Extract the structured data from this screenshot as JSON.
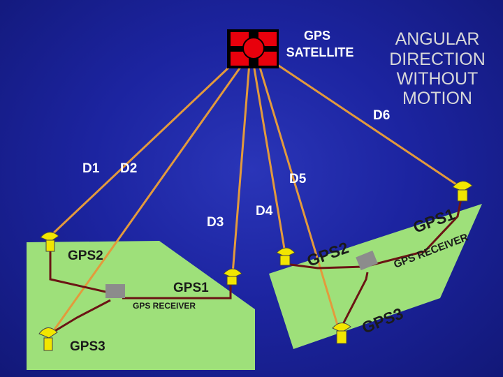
{
  "satellite": {
    "label_line1": "GPS",
    "label_line2": "SATELLITE"
  },
  "title": {
    "line1": "ANGULAR",
    "line2": "DIRECTION",
    "line3": "WITHOUT",
    "line4": "MOTION"
  },
  "distances": {
    "d1": "D1",
    "d2": "D2",
    "d3": "D3",
    "d4": "D4",
    "d5": "D5",
    "d6": "D6"
  },
  "left_platform": {
    "gps2": "GPS2",
    "gps1": "GPS1",
    "gps3": "GPS3",
    "receiver": "GPS RECEIVER"
  },
  "right_platform": {
    "gps1": "GPS1",
    "gps2": "GPS2",
    "gps3": "GPS3",
    "receiver": "GPS RECEIVER"
  },
  "colors": {
    "background": "#1c24a0",
    "platform": "#9ee07a",
    "signal_line": "#e39a3c",
    "cable": "#6b1414",
    "antenna": "#f2e600",
    "satellite": "#e8000c",
    "receiver_box": "#8c8c8c"
  }
}
